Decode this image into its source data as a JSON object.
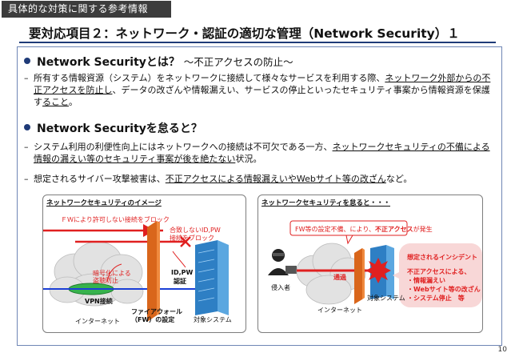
{
  "tag": "具体的な対策に関する参考情報",
  "title": "要対応項目２：ネットワーク・認証の適切な管理（Network Security）１",
  "section1": {
    "heading": "Network Securityとは？",
    "subheading": "～不正アクセスの防止～",
    "p1_a": "所有する情報資源（システム）をネットワークに接続して様々なサービスを利用する際、",
    "p1_u1": "ネットワーク外部からの不",
    "p1_u2": "正アクセスを防止し",
    "p1_b": "、データの改ざんや情報漏えい、サービスの停止といったセキュリティ事案から情報資源を保護す",
    "p1_u3": "ること",
    "p1_c": "。"
  },
  "section2": {
    "heading": "Network Securityを怠ると？",
    "p2_a": "システム利用の利便性向上にはネットワークへの接続は不可欠である一方、",
    "p2_u1": "ネットワークセキュリティの不備による情",
    "p2_u2": "報の漏えい等のセキュリティ事案が後を絶たない",
    "p2_b": "状況。",
    "p3_a": "想定されるサイバー攻撃被害は、",
    "p3_u": "不正アクセスによる情報漏えいやWebサイト等の改ざん",
    "p3_b": "など。"
  },
  "diagram_left": {
    "title": "ネットワークセキュリティのイメージ",
    "fw_block": "ＦＷにより許可しない接続をブロック",
    "idpw_block_1": "合致しないID,PW",
    "idpw_block_2": "接続をブロック",
    "encrypt_1": "暗号化による",
    "encrypt_2": "盗聴防止",
    "idpw_1": "ID,PW",
    "idpw_2": "認証",
    "vpn": "VPN接続",
    "internet": "インターネット",
    "fw_1": "ファイアウォール",
    "fw_2": "（FW）の設定",
    "target": "対象システム"
  },
  "diagram_right": {
    "title": "ネットワークセキュリティを怠ると・・・",
    "callout_a": "FW等の設定不備、により、",
    "callout_b": "不正アクセス",
    "callout_c": "が発生",
    "intruder": "侵入者",
    "pass": "通過",
    "internet": "インターネット",
    "target": "対象システム",
    "incident_title": "想定されるインシデント",
    "incident_lead": "不正アクセスによる、",
    "incidents": [
      "・情報漏えい",
      "・Webサイト等の改ざん",
      "・システム停止　等"
    ]
  },
  "page_number": "10",
  "colors": {
    "accent": "#1f3b78",
    "alert": "#e02020",
    "firewall": "#e0782a",
    "server": "#3a8fd0"
  }
}
